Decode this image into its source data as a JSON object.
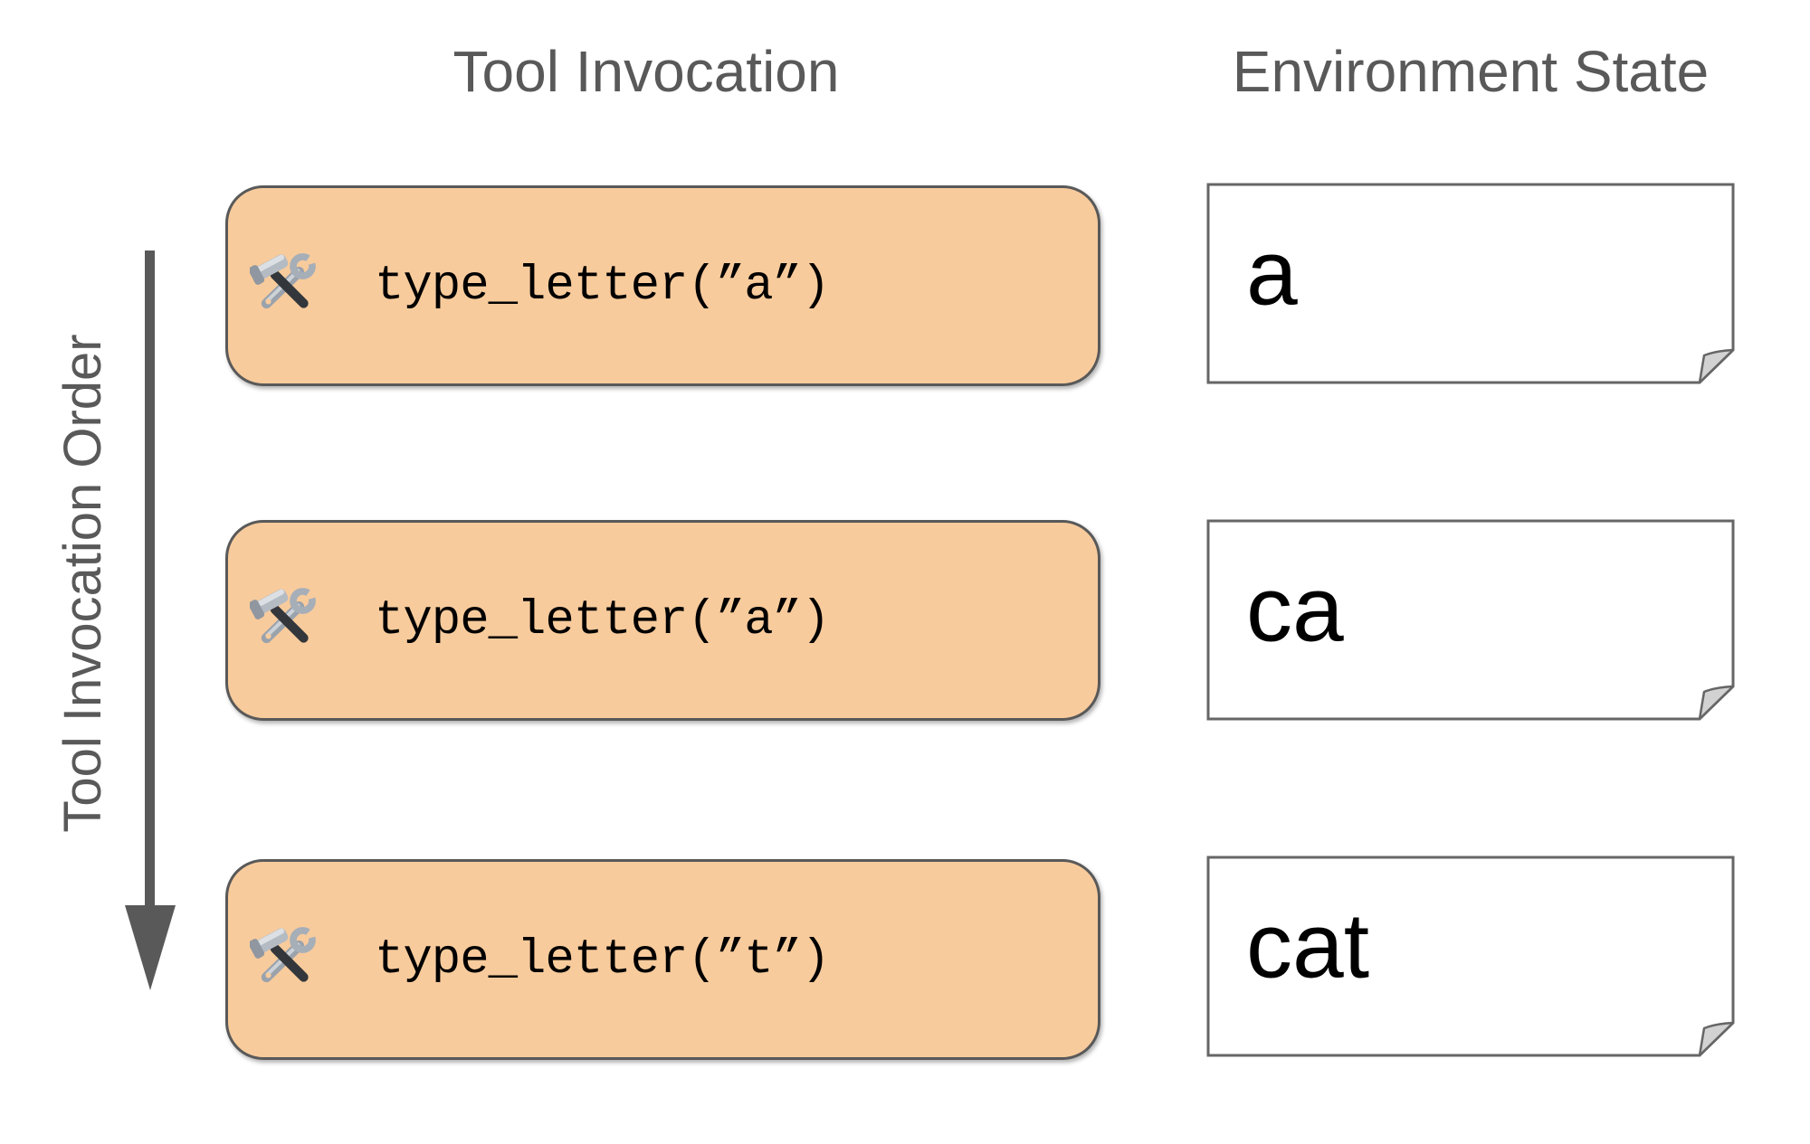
{
  "headers": {
    "tool_invocation": "Tool Invocation",
    "environment_state": "Environment State"
  },
  "axis": {
    "label": "Tool Invocation Order"
  },
  "rows": [
    {
      "tool_call": "type_letter(”a”)",
      "env_state": "a"
    },
    {
      "tool_call": "type_letter(”a”)",
      "env_state": "ca"
    },
    {
      "tool_call": "type_letter(”t”)",
      "env_state": "cat"
    }
  ],
  "icons": {
    "tool_box_icon": "hammer-and-wrench-icon"
  },
  "colors": {
    "tool_box_fill": "#F8CB9C",
    "tool_box_border": "#595959",
    "env_card_fill": "#FFFFFF",
    "env_card_border": "#666666",
    "env_card_fold": "#D2D2D2",
    "heading_text": "#595959",
    "arrow": "#595959",
    "code_text": "#000000",
    "env_text": "#000000"
  }
}
